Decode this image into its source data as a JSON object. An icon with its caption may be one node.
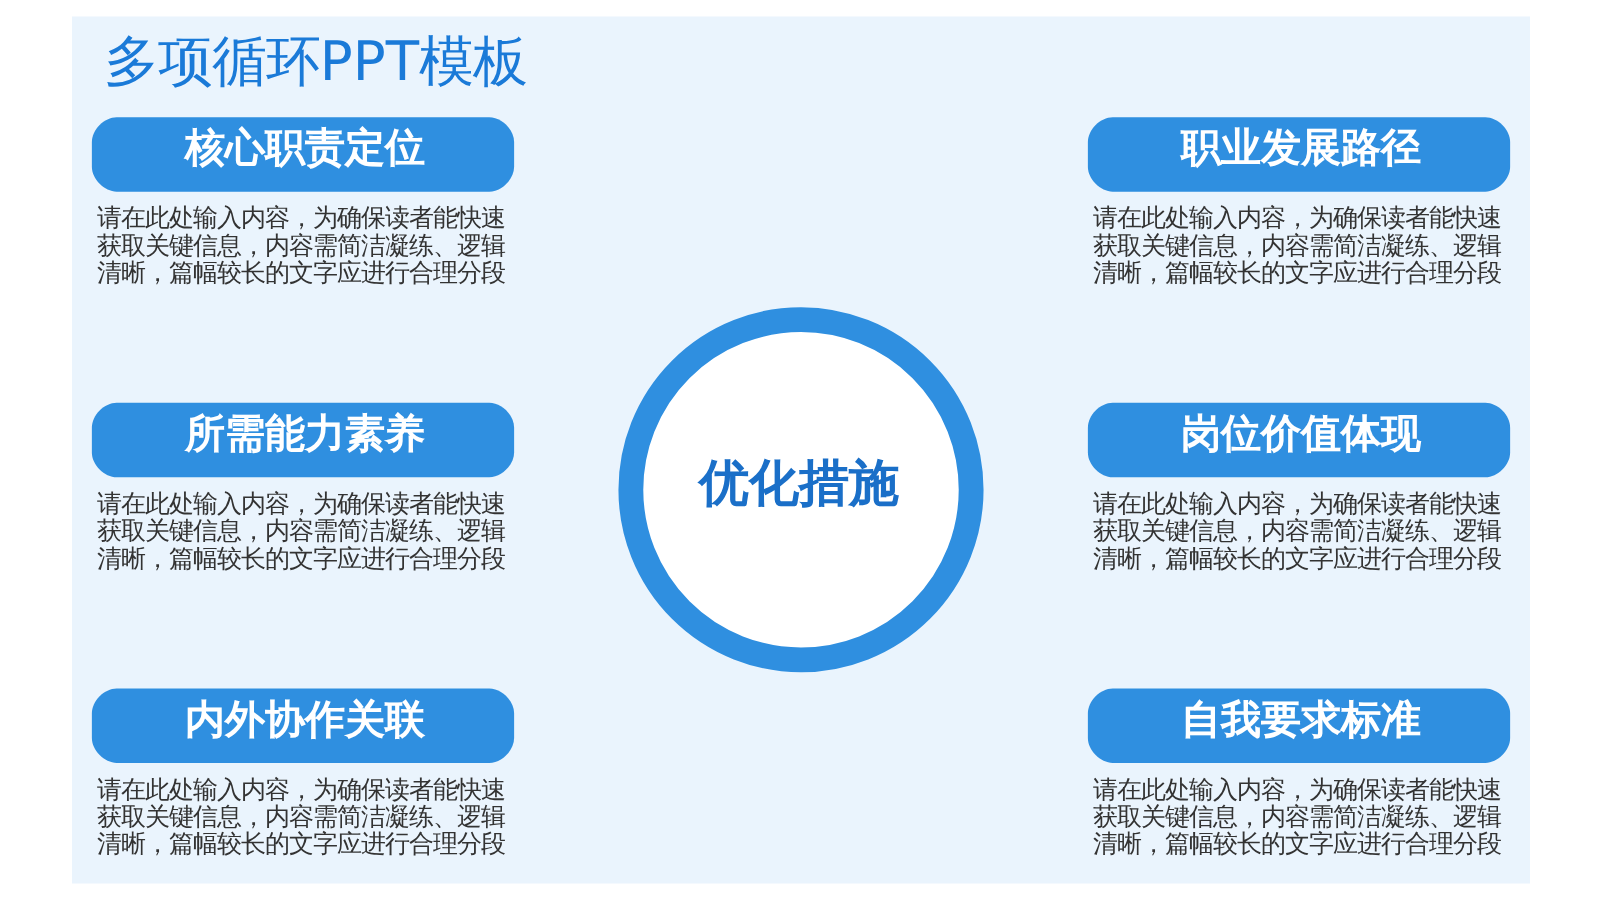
{
  "diagram": {
    "title": "多项循环PPT模板",
    "nodes": [
      {
        "text": [
          "核心职责定位",
          "请在此处输入内容，为确保读者能快速获取关键信息，内容需简洁凝练、逻辑清晰，篇幅较长的文字应进行合理分段"
        ]
      },
      {
        "text": [
          "职业发展路径",
          "请在此处输入内容，为确保读者能快速获取关键信息，内容需简洁凝练、逻辑清晰，篇幅较长的文字应进行合理分段"
        ]
      },
      {
        "text": [
          "所需能力素养",
          "请在此处输入内容，为确保读者能快速获取关键信息，内容需简洁凝练、逻辑清晰，篇幅较长的文字应进行合理分段"
        ]
      },
      {
        "text": [
          "岗位价值体现",
          "请在此处输入内容，为确保读者能快速获取关键信息，内容需简洁凝练、逻辑清晰，篇幅较长的文字应进行合理分段"
        ]
      },
      {
        "text": [
          "内外协作关联",
          "请在此处输入内容，为确保读者能快速获取关键信息，内容需简洁凝练、逻辑清晰，篇幅较长的文字应进行合理分段"
        ]
      },
      {
        "text": [
          "自我要求标准",
          "请在此处输入内容，为确保读者能快速获取关键信息，内容需简洁凝练、逻辑清晰，篇幅较长的文字应进行合理分段"
        ]
      },
      {
        "text": [
          "优化措施"
        ]
      }
    ]
  }
}
